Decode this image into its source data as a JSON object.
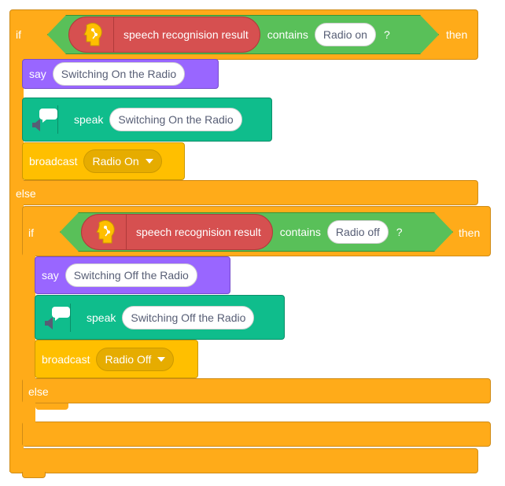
{
  "outer_if": {
    "if_label": "if",
    "condition": {
      "reporter_label": "speech recognision result",
      "operator_label": "contains",
      "value": "Radio on",
      "question": "?"
    },
    "then_label": "then",
    "say": {
      "label": "say",
      "text": "Switching On the Radio"
    },
    "speak": {
      "label": "speak",
      "text": "Switching On the Radio"
    },
    "broadcast": {
      "label": "broadcast",
      "message": "Radio On"
    },
    "else_label": "else"
  },
  "inner_if": {
    "if_label": "if",
    "condition": {
      "reporter_label": "speech recognision result",
      "operator_label": "contains",
      "value": "Radio off",
      "question": "?"
    },
    "then_label": "then",
    "say": {
      "label": "say",
      "text": "Switching Off the Radio"
    },
    "speak": {
      "label": "speak",
      "text": "Switching Off the Radio"
    },
    "broadcast": {
      "label": "broadcast",
      "message": "Radio Off"
    },
    "else_label": "else"
  },
  "colors": {
    "control": "#FFAB19",
    "looks": "#9966FF",
    "text_to_speech": "#0FBD8C",
    "events": "#FFBF00",
    "operators": "#59C059",
    "ml_reporter": "#D65050"
  },
  "icons": {
    "reporter_icon": "ai-head-icon",
    "speak_icon": "speaker-speech-icon",
    "dropdown_icon": "caret-down-icon"
  }
}
